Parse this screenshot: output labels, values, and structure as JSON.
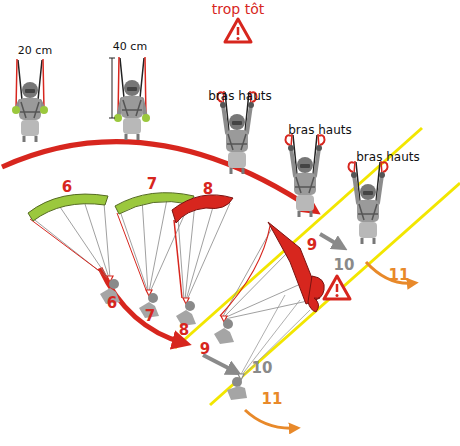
{
  "diagram": {
    "labels": [
      "trop tôt",
      "20 cm",
      "40 cm",
      "bras hauts",
      "bras hauts",
      "bras hauts",
      "6",
      "7",
      "8",
      "9",
      "6",
      "7",
      "8",
      "9",
      "10",
      "10",
      "11",
      "11"
    ]
  }
}
